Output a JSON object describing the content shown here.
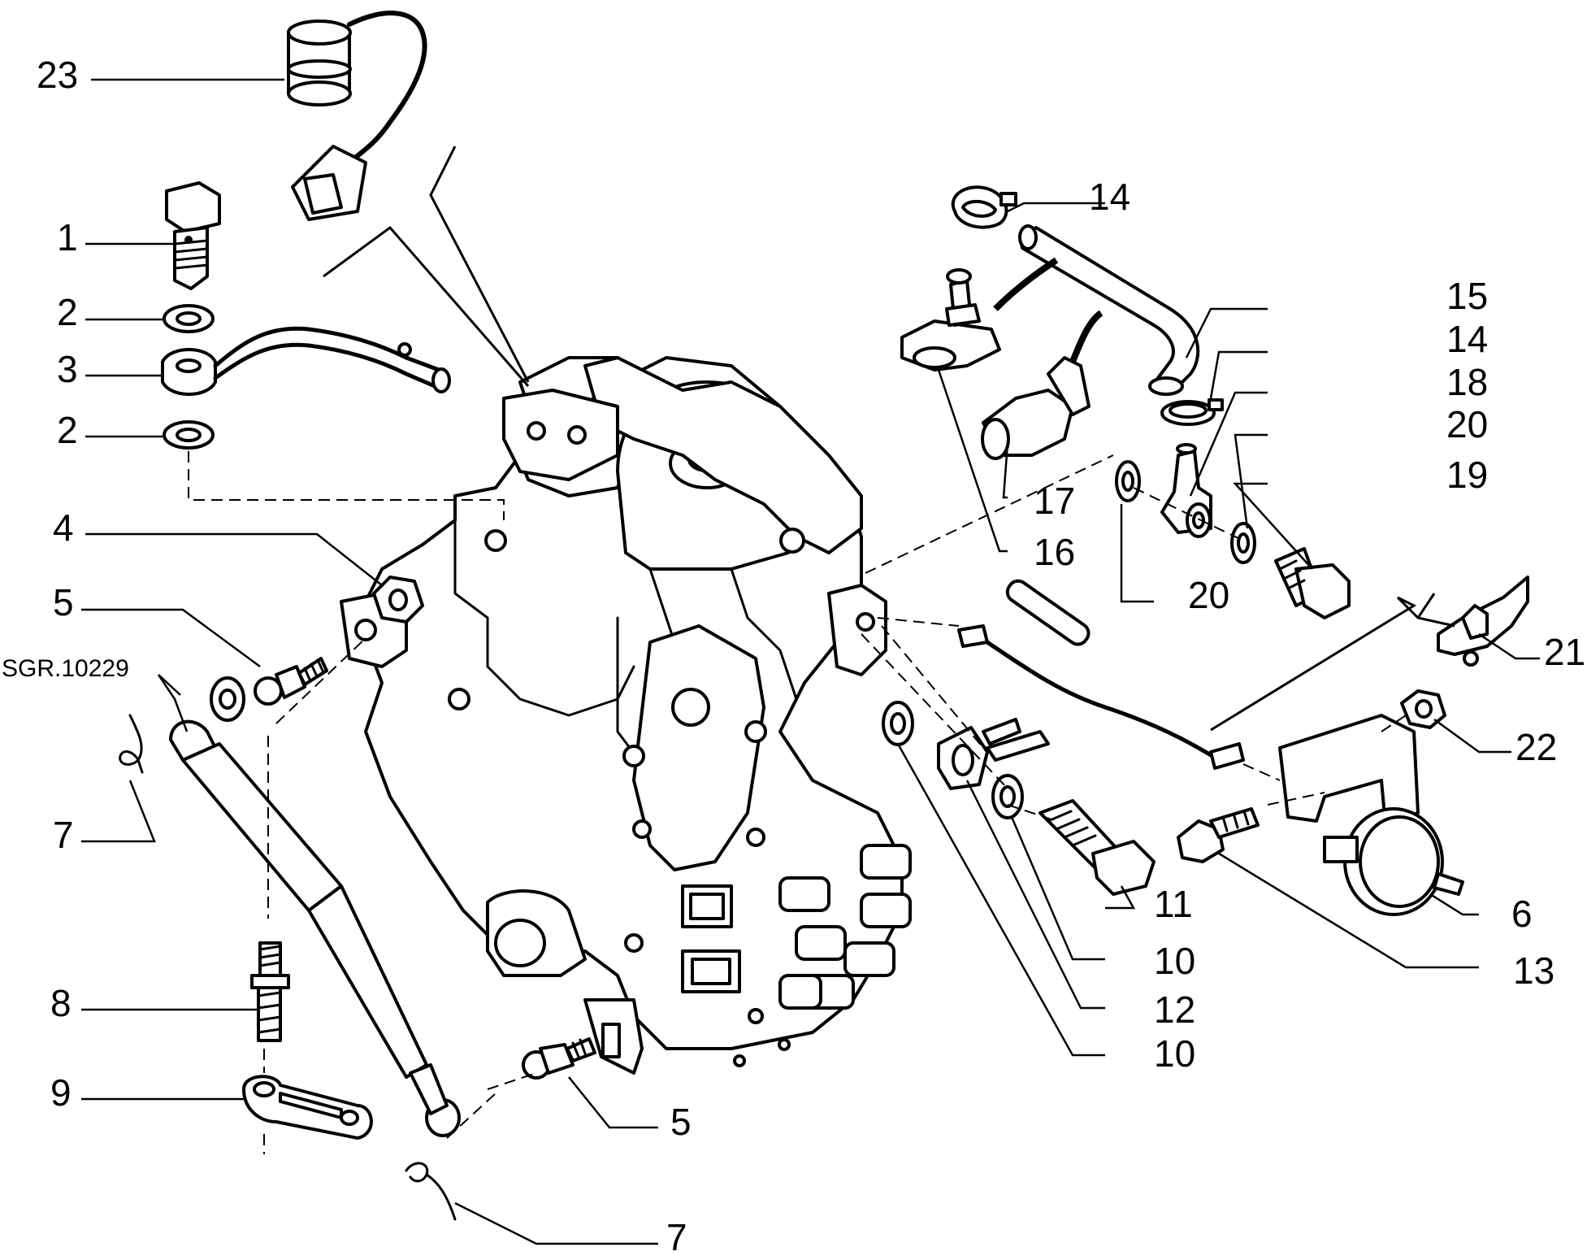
{
  "diagram": {
    "reference_code": "SGR.10229",
    "callouts": {
      "c23": "23",
      "c1": "1",
      "c2a": "2",
      "c3": "3",
      "c2b": "2",
      "c4": "4",
      "c5a": "5",
      "c7a": "7",
      "c8": "8",
      "c9": "9",
      "c5b": "5",
      "c7b": "7",
      "c14a": "14",
      "c15": "15",
      "c14b": "14",
      "c18": "18",
      "c20a": "20",
      "c19": "19",
      "c17": "17",
      "c16": "16",
      "c20b": "20",
      "c21": "21",
      "c22": "22",
      "c6": "6",
      "c11": "11",
      "c10a": "10",
      "c13": "13",
      "c12": "12",
      "c10b": "10"
    }
  }
}
